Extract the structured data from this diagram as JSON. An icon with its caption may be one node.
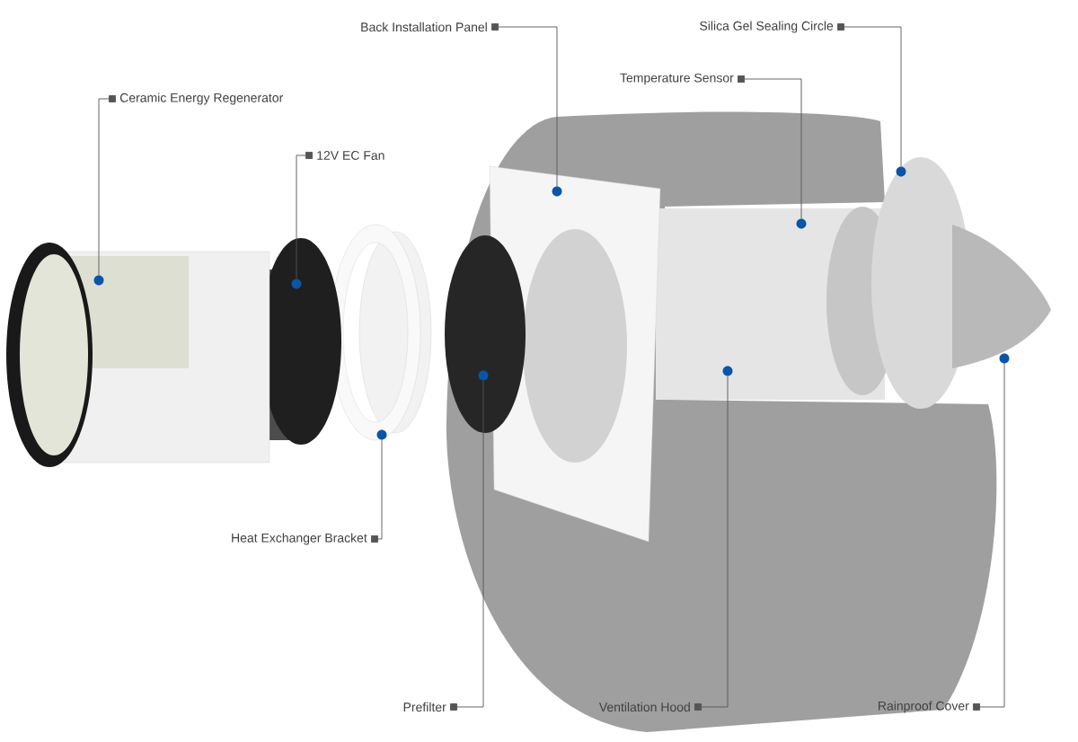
{
  "diagram": {
    "nodes": [
      {
        "text": [
          "Back Installation Panel"
        ]
      },
      {
        "text": [
          "Silica Gel Sealing Circle"
        ]
      },
      {
        "text": [
          "Temperature Sensor"
        ]
      },
      {
        "text": [
          "Ceramic Energy Regenerator"
        ]
      },
      {
        "text": [
          "12V EC Fan"
        ]
      },
      {
        "text": [
          "Heat Exchanger Bracket"
        ]
      },
      {
        "text": [
          "Prefilter"
        ]
      },
      {
        "text": [
          "Ventilation Hood"
        ]
      },
      {
        "text": [
          "Rainproof Cover"
        ]
      },
      {
        "text": [],
        "shape": "circle"
      },
      {
        "text": [],
        "shape": "circle"
      },
      {
        "text": [],
        "shape": "circle"
      },
      {
        "text": [],
        "shape": "circle"
      },
      {
        "text": [],
        "shape": "circle"
      },
      {
        "text": [],
        "shape": "circle"
      },
      {
        "text": [],
        "shape": "circle"
      },
      {
        "text": [],
        "shape": "circle"
      },
      {
        "text": [],
        "shape": "circle"
      }
    ],
    "edges": [
      {
        "from": 0,
        "to": 13,
        "arrow": "other"
      },
      {
        "from": 1,
        "to": 16,
        "arrow": "other"
      },
      {
        "from": 2,
        "to": 15,
        "arrow": "other"
      },
      {
        "from": 3,
        "to": 9,
        "arrow": "other"
      },
      {
        "from": 4,
        "to": 10,
        "arrow": "other"
      },
      {
        "from": 5,
        "to": 11,
        "arrow": "other"
      },
      {
        "from": 6,
        "to": 12,
        "arrow": "other"
      },
      {
        "from": 7,
        "to": 14,
        "arrow": "other"
      },
      {
        "from": 8,
        "to": 17,
        "arrow": "other"
      }
    ]
  }
}
